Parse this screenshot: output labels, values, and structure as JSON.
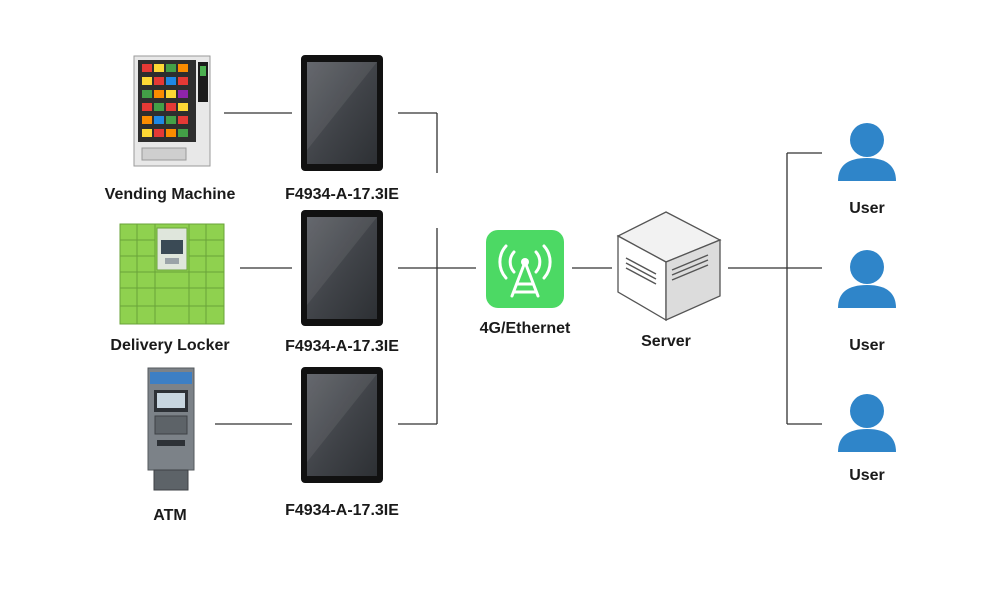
{
  "devices": [
    {
      "label": "Vending Machine",
      "icon": "vending-machine-icon"
    },
    {
      "label": "Delivery Locker",
      "icon": "delivery-locker-icon"
    },
    {
      "label": "ATM",
      "icon": "atm-icon"
    }
  ],
  "panels": [
    {
      "label": "F4934-A-17.3IE",
      "icon": "touch-panel-icon"
    },
    {
      "label": "F4934-A-17.3IE",
      "icon": "touch-panel-icon"
    },
    {
      "label": "F4934-A-17.3IE",
      "icon": "touch-panel-icon"
    }
  ],
  "network": {
    "label": "4G/Ethernet",
    "icon": "cell-tower-icon",
    "color": "#4cd964"
  },
  "server": {
    "label": "Server",
    "icon": "server-icon"
  },
  "users": [
    {
      "label": "User",
      "icon": "user-icon"
    },
    {
      "label": "User",
      "icon": "user-icon"
    },
    {
      "label": "User",
      "icon": "user-icon"
    }
  ],
  "colors": {
    "user_blue": "#2f85c9",
    "line": "#333333",
    "panel_frame": "#111111",
    "locker_green": "#8fd14f"
  }
}
